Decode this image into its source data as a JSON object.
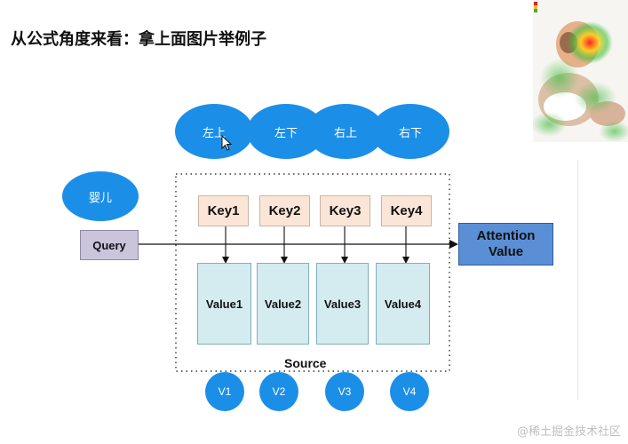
{
  "title": "从公式角度来看：拿上面图片举例子",
  "regions": [
    "左上",
    "左下",
    "右上",
    "右下"
  ],
  "subject": "婴儿",
  "query": "Query",
  "keys": [
    "Key1",
    "Key2",
    "Key3",
    "Key4"
  ],
  "values": [
    "Value1",
    "Value2",
    "Value3",
    "Value4"
  ],
  "attention": {
    "line1": "Attention",
    "line2": "Value"
  },
  "source_label": "Source",
  "v_labels": [
    "V1",
    "V2",
    "V3",
    "V4"
  ],
  "watermark": "@稀土掘金技术社区",
  "colors": {
    "ellipse": "#1b8fe8",
    "key": "#fbe5d6",
    "value": "#d4ebf0",
    "query": "#cbc5dc",
    "attention": "#5a8fd6"
  }
}
